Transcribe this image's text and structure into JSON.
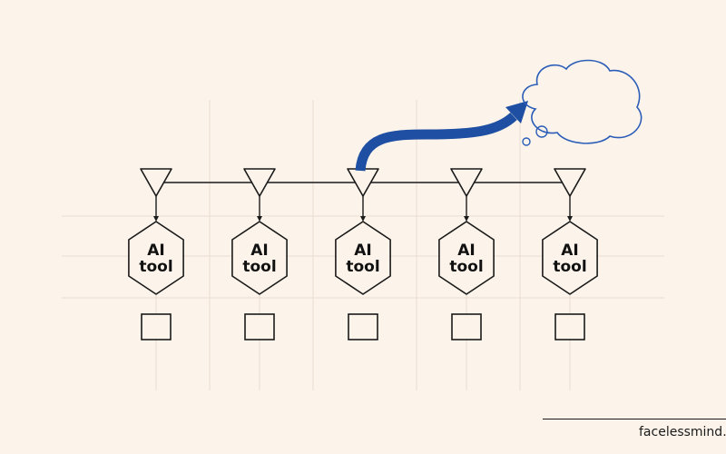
{
  "diagram": {
    "background": "#fcf4ea",
    "grid_color": "#e7ddd1",
    "line_color": "#1a1a1a",
    "arrow_color": "#1f4fa3",
    "cloud_stroke": "#2b5db8",
    "nodes": [
      {
        "line1": "AI",
        "line2": "tool"
      },
      {
        "line1": "AI",
        "line2": "tool"
      },
      {
        "line1": "AI",
        "line2": "tool"
      },
      {
        "line1": "AI",
        "line2": "tool"
      },
      {
        "line1": "AI",
        "line2": "tool"
      }
    ],
    "icons": {
      "triangle": "funnel-triangle-icon",
      "hexagon": "hexagon-node",
      "square": "square-box",
      "arrow": "curved-arrow",
      "cloud": "thought-cloud-icon"
    }
  },
  "footer": {
    "text": "facelessmind.co"
  }
}
